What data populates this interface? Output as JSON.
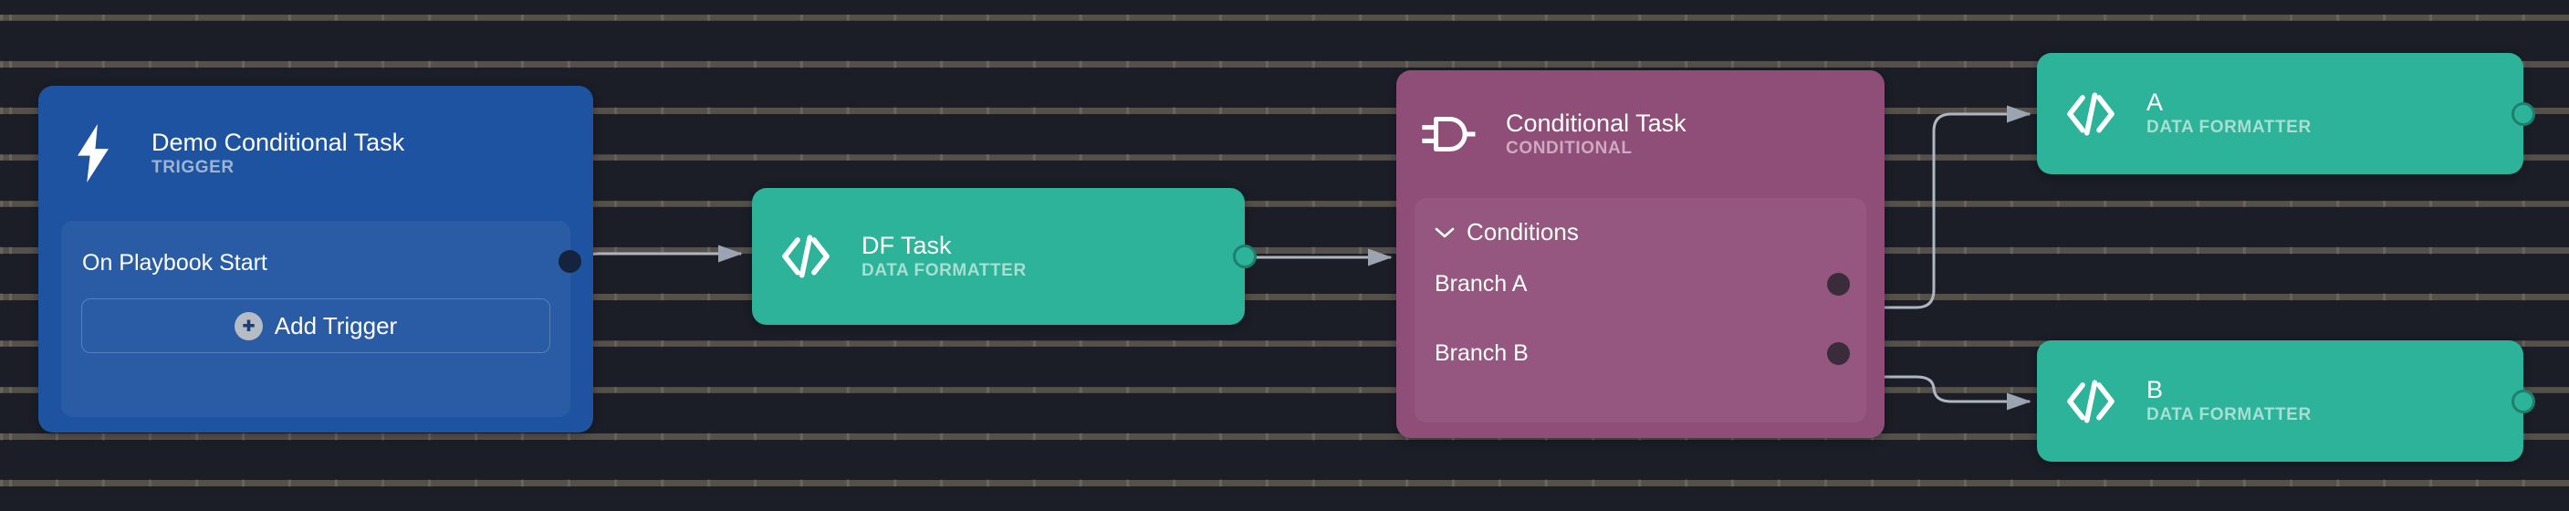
{
  "canvas": {
    "background_color": "#1b1e27",
    "grid_dot_color": "#6e685f",
    "edge_color": "#b0b8c4"
  },
  "nodes": [
    {
      "id": "trigger",
      "kind": "trigger",
      "title": "Demo Conditional Task",
      "subtitle": "TRIGGER",
      "icon": "lightning-bolt-icon",
      "color": "#1d53a0",
      "body": {
        "row_label": "On Playbook Start",
        "add_button_label": "Add Trigger",
        "add_button_icon": "plus-circle-icon"
      }
    },
    {
      "id": "df-task",
      "kind": "data-formatter",
      "title": "DF Task",
      "subtitle": "DATA FORMATTER",
      "icon": "code-brackets-icon",
      "color": "#2cb39a"
    },
    {
      "id": "conditional",
      "kind": "conditional",
      "title": "Conditional Task",
      "subtitle": "CONDITIONAL",
      "icon": "logic-gate-icon",
      "color": "#8f4e78",
      "body": {
        "section_label": "Conditions",
        "section_icon": "chevron-down-icon",
        "branches": [
          {
            "label": "Branch A"
          },
          {
            "label": "Branch B"
          }
        ]
      }
    },
    {
      "id": "node-a",
      "kind": "data-formatter",
      "title": "A",
      "subtitle": "DATA FORMATTER",
      "icon": "code-brackets-icon",
      "color": "#2cb39a"
    },
    {
      "id": "node-b",
      "kind": "data-formatter",
      "title": "B",
      "subtitle": "DATA FORMATTER",
      "icon": "code-brackets-icon",
      "color": "#2cb39a"
    }
  ],
  "edges": [
    {
      "from": "trigger",
      "to": "df-task"
    },
    {
      "from": "df-task",
      "to": "conditional"
    },
    {
      "from": "conditional.branch-a",
      "to": "node-a"
    },
    {
      "from": "conditional.branch-b",
      "to": "node-b"
    }
  ]
}
